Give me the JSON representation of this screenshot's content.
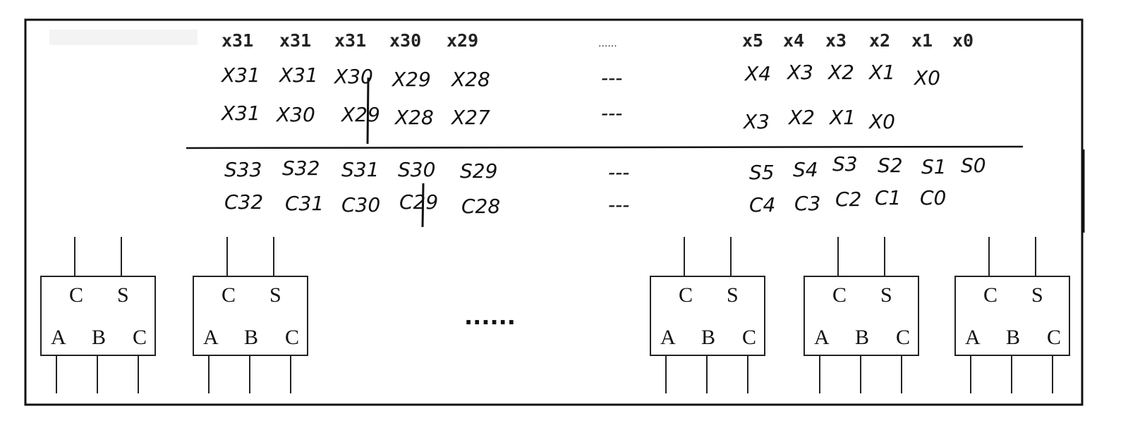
{
  "row_top_labels": [
    "x31",
    "x31",
    "x31",
    "x30",
    "x29"
  ],
  "row_top_ellipsis": "......",
  "row_top_right_labels": [
    "x5",
    "x4",
    "x3",
    "x2",
    "x1",
    "x0"
  ],
  "row_shift1_labels": [
    "X31",
    "X31",
    "X30",
    "X29",
    "X28"
  ],
  "row_shift1_ellipsis": "---",
  "row_shift1_right_labels": [
    "X4",
    "X3",
    "X2",
    "X1",
    "X0"
  ],
  "row_shift2_labels": [
    "X31",
    "X30",
    "X29",
    "X28",
    "X27"
  ],
  "row_shift2_ellipsis": "---",
  "row_shift2_right_labels": [
    "X3",
    "X2",
    "X1",
    "X0"
  ],
  "row_sum_labels": [
    "S33",
    "S32",
    "S31",
    "S30",
    "S29"
  ],
  "row_sum_ellipsis": "---",
  "row_sum_right_labels": [
    "S5",
    "S4",
    "S3",
    "S2",
    "S1",
    "S0"
  ],
  "row_carry_labels": [
    "C32",
    "C31",
    "C30",
    "C29",
    "C28"
  ],
  "row_carry_ellipsis": "---",
  "row_carry_right_labels": [
    "C4",
    "C3",
    "C2",
    "C1",
    "C0"
  ],
  "adder_output_labels": [
    "C",
    "S"
  ],
  "adder_input_labels": [
    "A",
    "B",
    "C"
  ],
  "adder_ellipsis": "......"
}
